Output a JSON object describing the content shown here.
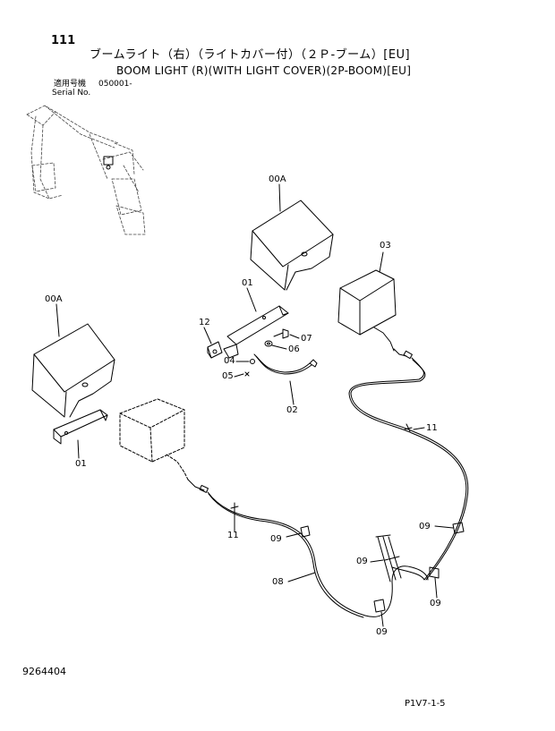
{
  "header": {
    "page_number": "111",
    "title_jp": "ブームライト（右）（ライトカバー付）（２Ｐ-ブーム）[EU]",
    "title_en": "BOOM LIGHT (R)(WITH LIGHT COVER)(2P-BOOM)[EU]",
    "serial_label_jp": "適用号機",
    "serial_label_en": "Serial No.",
    "serial_value": "050001-"
  },
  "footer": {
    "doc_number": "9264404",
    "page_code": "P1V7-1-5"
  },
  "callouts": {
    "c00a_top": "00A",
    "c00a_left": "00A",
    "c03": "03",
    "c01_top": "01",
    "c01_left": "01",
    "c12": "12",
    "c07": "07",
    "c06": "06",
    "c04": "04",
    "c05": "05",
    "c02": "02",
    "c11_right": "11",
    "c11_left": "11",
    "c09_a": "09",
    "c09_b": "09",
    "c09_c": "09",
    "c09_d": "09",
    "c09_e": "09",
    "c08": "08"
  }
}
